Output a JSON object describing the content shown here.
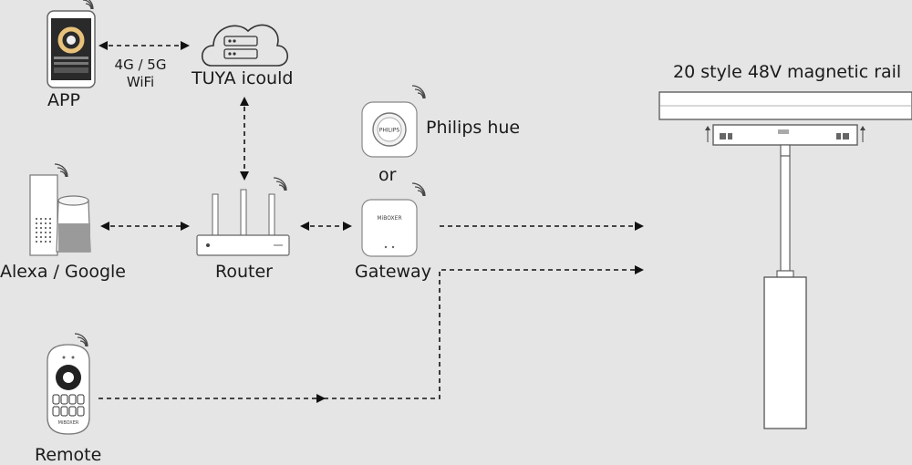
{
  "labels": {
    "app": "APP",
    "link_bands": "4G / 5G",
    "link_wifi": "WiFi",
    "cloud": "TUYA icould",
    "hue": "Philips hue",
    "or": "or",
    "rail": "20 style 48V magnetic rail",
    "alexa": "Alexa / Google",
    "router": "Router",
    "gateway": "Gateway",
    "remote": "Remote"
  },
  "device_marks": {
    "hue_bridge": "PHILIPS",
    "gateway_brand": "MiBOXER",
    "remote_brand": "MiBOXER"
  },
  "colors": {
    "background": "#e6e5e5",
    "line": "#111111",
    "device_fill": "#ffffff",
    "device_stroke": "#555555"
  }
}
